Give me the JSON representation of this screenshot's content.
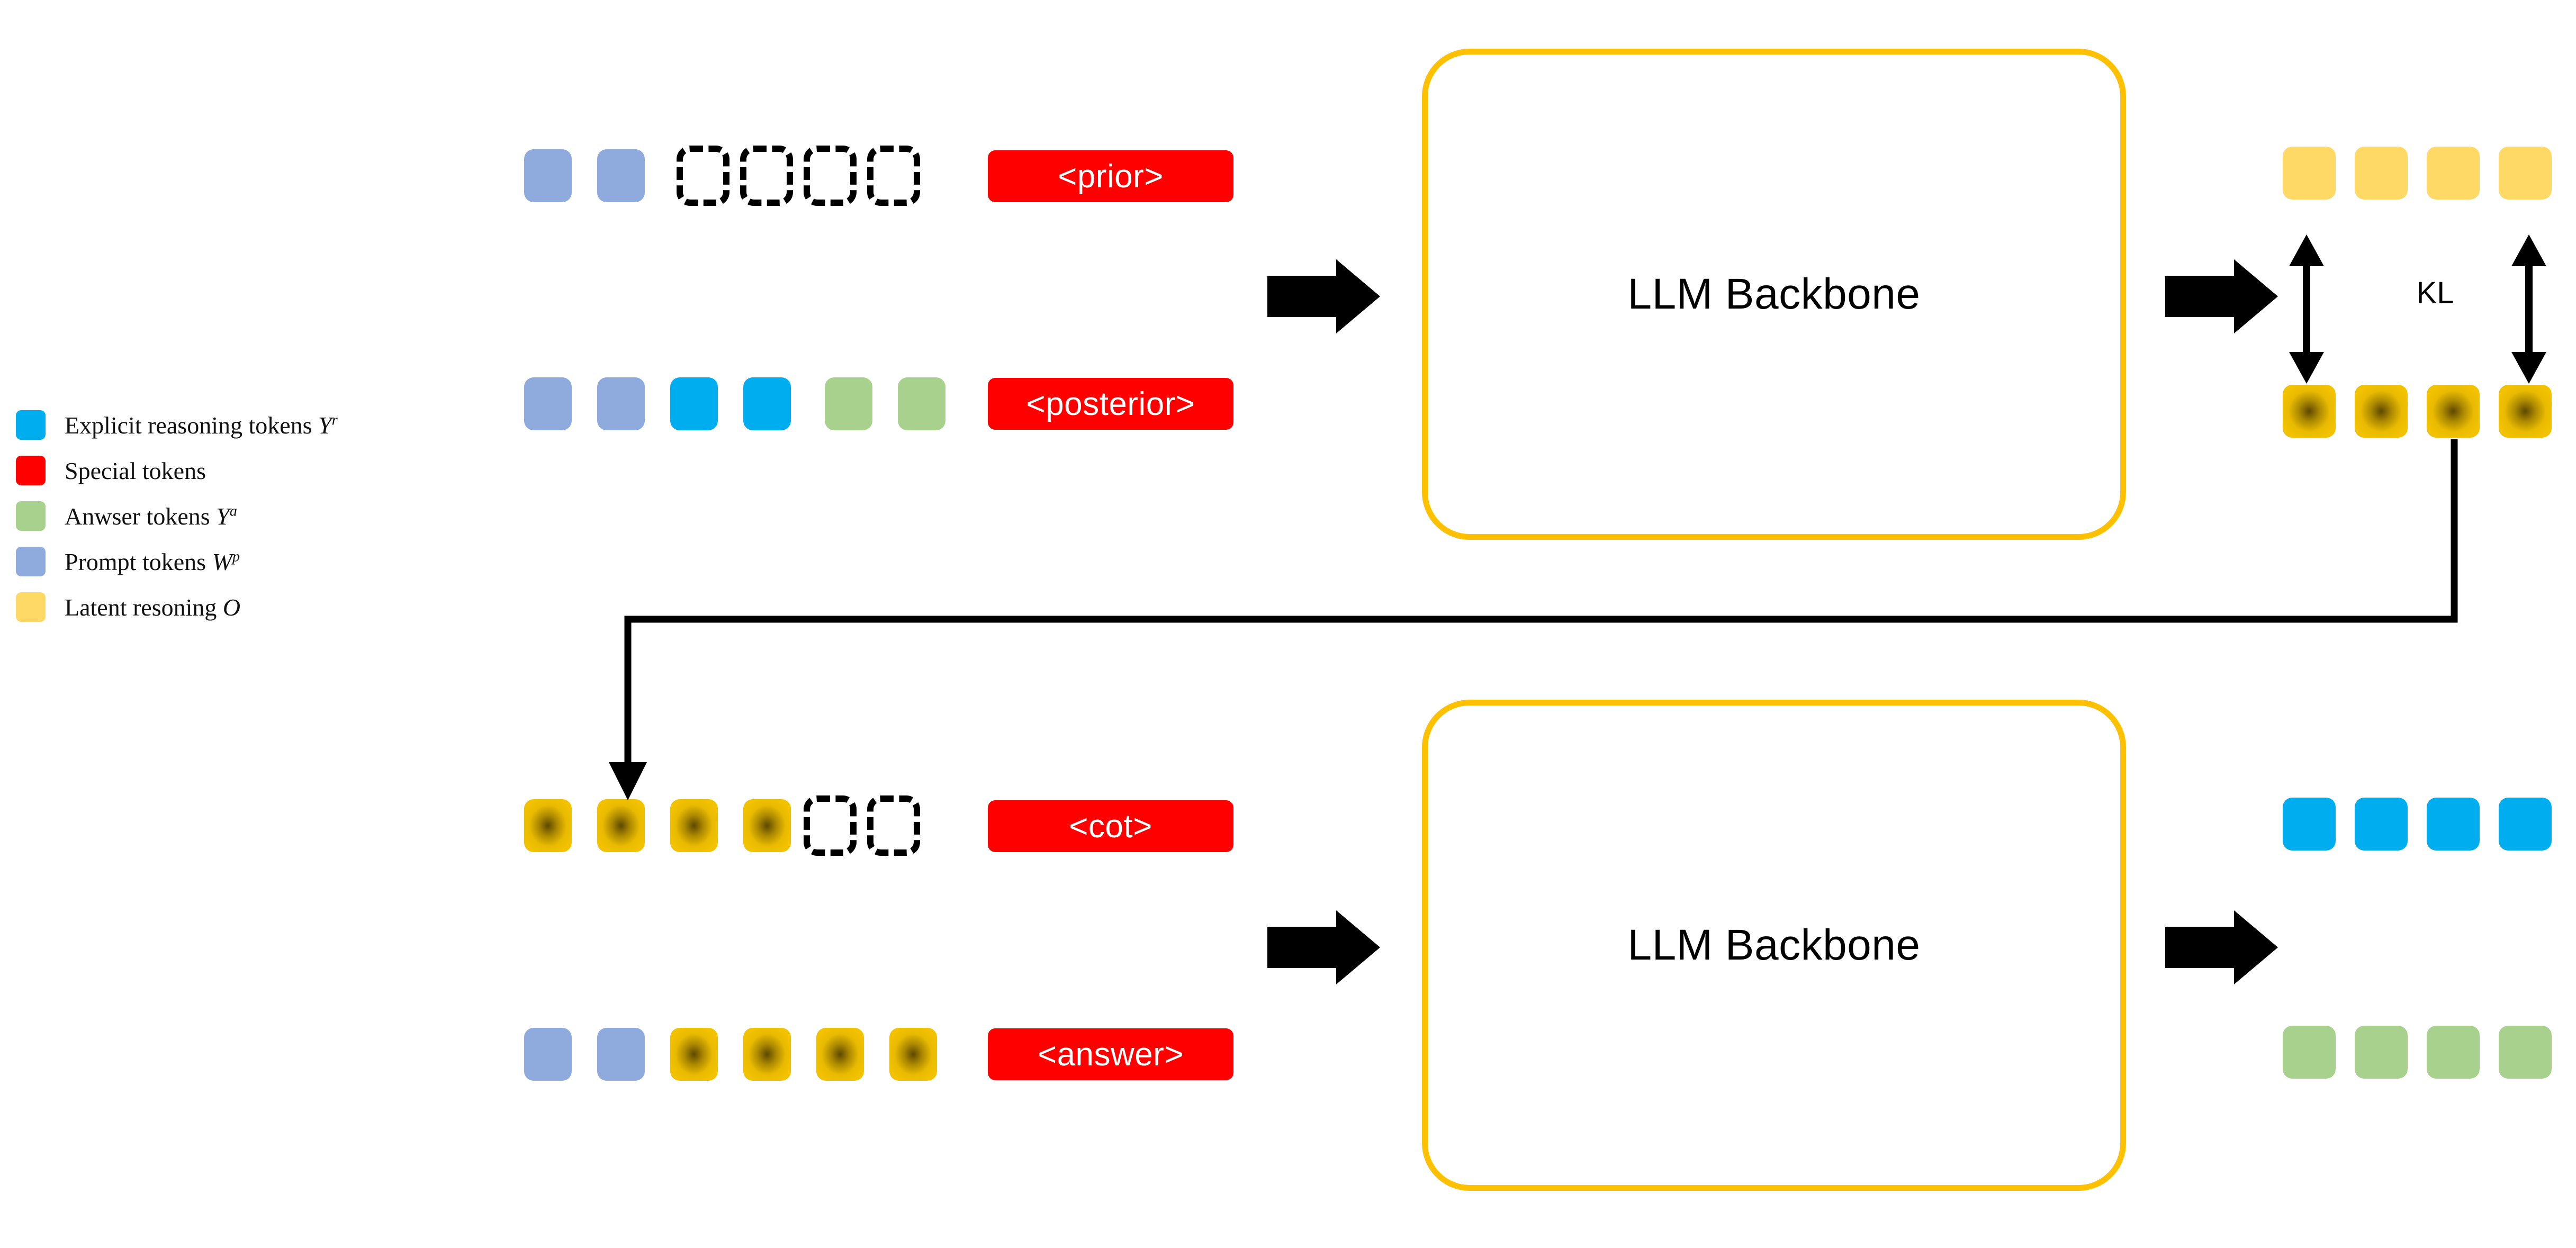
{
  "diagram": {
    "title": "Latent reasoning prior/posterior training diagram",
    "colors": {
      "explicit_reasoning": "#00AEEF",
      "special": "#FF0000",
      "answer": "#A9D18E",
      "prompt": "#8FAADC",
      "latent": "#FFD966",
      "latent_dark": "#F2C200",
      "backbone_border": "#FFC000",
      "arrow": "#000000"
    }
  },
  "legend": {
    "items": [
      {
        "swatch": "#00AEEF",
        "text": "Explicit reasoning tokens ",
        "symbol": "Y",
        "sup": "r"
      },
      {
        "swatch": "#FF0000",
        "text": "Special tokens",
        "symbol": "",
        "sup": ""
      },
      {
        "swatch": "#A9D18E",
        "text": "Anwser tokens ",
        "symbol": "Y",
        "sup": "a"
      },
      {
        "swatch": "#8FAADC",
        "text": "Prompt tokens ",
        "symbol": "W",
        "sup": "p"
      },
      {
        "swatch": "#FFD966",
        "text": "Latent resoning ",
        "symbol": "O",
        "sup": ""
      }
    ]
  },
  "top_block": {
    "backbone_label": "LLM Backbone",
    "rows": [
      {
        "name": "prior-row",
        "tokens": [
          "prompt",
          "prompt",
          "dashed",
          "dashed",
          "dashed",
          "dashed"
        ],
        "tag": "<prior>"
      },
      {
        "name": "posterior-row",
        "tokens": [
          "prompt",
          "prompt",
          "reason",
          "reason",
          "answer",
          "answer"
        ],
        "tag": "<posterior>"
      }
    ],
    "outputs": {
      "top_row": [
        "latent",
        "latent",
        "latent",
        "latent"
      ],
      "bottom_row": [
        "latent-dark",
        "latent-dark",
        "latent-dark",
        "latent-dark"
      ],
      "kl_label": "KL"
    }
  },
  "bottom_block": {
    "backbone_label": "LLM Backbone",
    "rows": [
      {
        "name": "cot-row",
        "tokens": [
          "latent-dark",
          "latent-dark",
          "latent-dark",
          "latent-dark",
          "dashed",
          "dashed"
        ],
        "tag": "<cot>"
      },
      {
        "name": "answer-row",
        "tokens": [
          "prompt",
          "prompt",
          "latent-dark",
          "latent-dark",
          "latent-dark",
          "latent-dark"
        ],
        "tag": "<answer>"
      }
    ],
    "outputs": {
      "top_row": [
        "reason",
        "reason",
        "reason",
        "reason"
      ],
      "bottom_row": [
        "answer",
        "answer",
        "answer",
        "answer"
      ]
    }
  }
}
